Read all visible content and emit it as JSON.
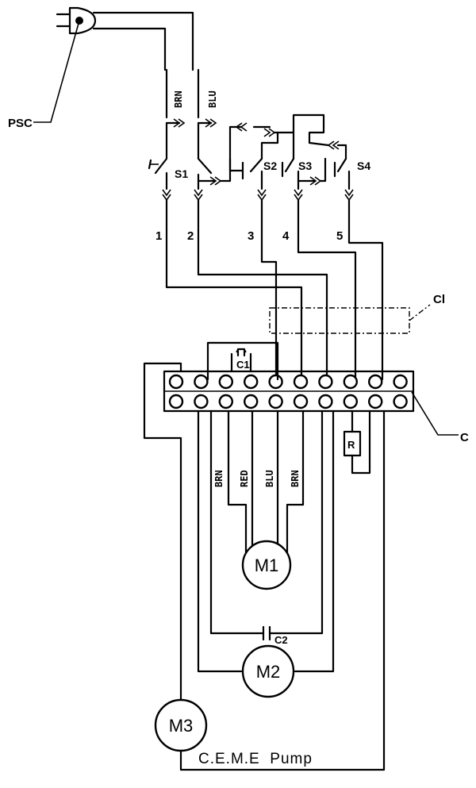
{
  "labels": {
    "plug": "PSC",
    "switch1": "S1",
    "switch2": "S2",
    "switch3": "S3",
    "switch4": "S4",
    "wire_nums": [
      "1",
      "2",
      "3",
      "4",
      "5"
    ],
    "cable_clamp": "Cl",
    "cap1": "C1",
    "cap2": "C2",
    "terminal_block": "C",
    "resistor": "R"
  },
  "wire_colors": {
    "top_brn": "BRN",
    "top_blu": "BLU",
    "m1_brn": "BRN",
    "m1_red": "RED",
    "m1_blu": "BLU",
    "m1_brn2": "BRN"
  },
  "motors": {
    "m1": "M1",
    "m2": "M2",
    "m3": "M3"
  },
  "footer": {
    "title": "C.E.M.E  Pump"
  }
}
